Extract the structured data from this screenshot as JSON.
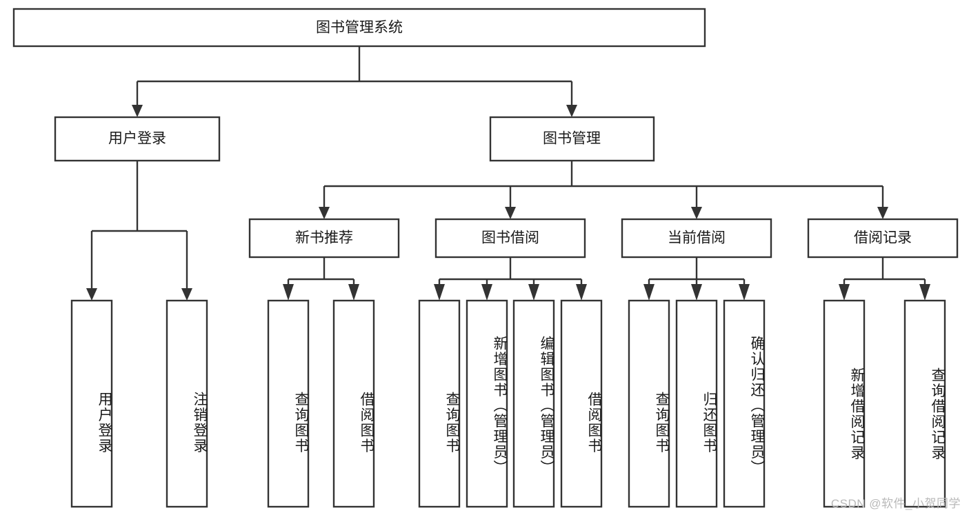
{
  "diagram": {
    "title": "图书管理系统",
    "type": "tree-hierarchy-chart",
    "orientation": "top-down",
    "colors": {
      "background": "#ffffff",
      "box_fill": "#ffffff",
      "box_stroke": "#333333",
      "text": "#1a1a1a",
      "watermark": "#b9b9b9"
    }
  },
  "watermark": {
    "text": "CSDN @软件_小贺同学"
  },
  "nodes": {
    "root": {
      "label": "图书管理系统"
    },
    "level1": [
      {
        "label": "用户登录"
      },
      {
        "label": "图书管理"
      }
    ],
    "level2": [
      {
        "label": "新书推荐"
      },
      {
        "label": "图书借阅"
      },
      {
        "label": "当前借阅"
      },
      {
        "label": "借阅记录"
      }
    ],
    "leaves": {
      "user_login": [
        {
          "label": "用户登录"
        },
        {
          "label": "注销登录"
        }
      ],
      "new_book_recommend": [
        {
          "label": "查询图书"
        },
        {
          "label": "借阅图书"
        }
      ],
      "book_borrow": [
        {
          "label": "查询图书"
        },
        {
          "label": "新增图书（管理员）"
        },
        {
          "label": "编辑图书（管理员）"
        },
        {
          "label": "借阅图书"
        }
      ],
      "current_borrow": [
        {
          "label": "查询图书"
        },
        {
          "label": "归还图书"
        },
        {
          "label": "确认归还（管理员）"
        }
      ],
      "borrow_record": [
        {
          "label": "新增借阅记录"
        },
        {
          "label": "查询借阅记录"
        }
      ]
    }
  }
}
